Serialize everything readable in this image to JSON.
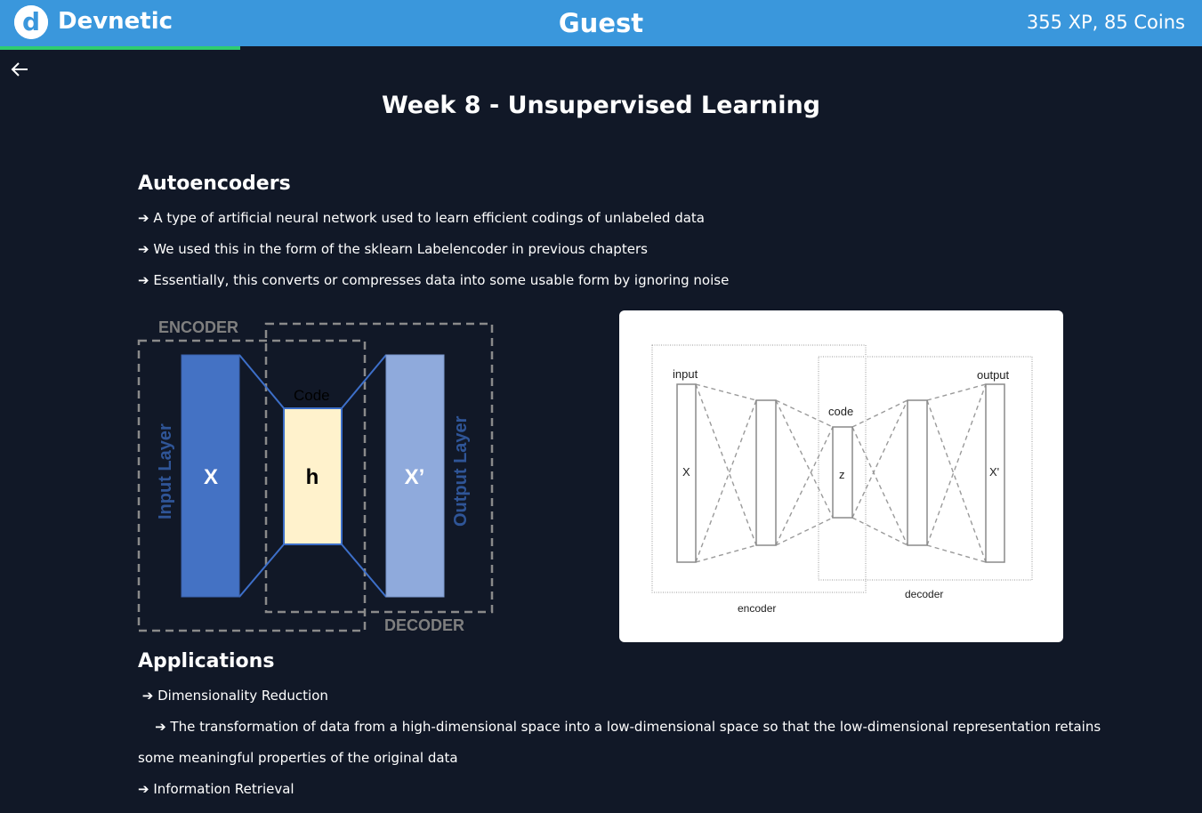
{
  "header": {
    "app_name": "Devnetic",
    "logo_letter": "d",
    "user": "Guest",
    "stats": "355 XP, 85 Coins",
    "progress": 0.2,
    "colors": {
      "bar": "#3a97dc",
      "progress": "#2ecc71",
      "background": "#111827"
    }
  },
  "nav": {
    "back_icon": "arrow-left-icon"
  },
  "page": {
    "title": "Week 8 - Unsupervised Learning"
  },
  "autoencoders": {
    "title": "Autoencoders",
    "bullets": [
      "➔ A type of artificial neural network used to learn efficient codings of unlabeled data",
      "➔ We used this in the form of the sklearn Labelencoder in previous chapters",
      "➔ Essentially, this converts or compresses data into some usable form by ignoring noise"
    ]
  },
  "diagram_left": {
    "encoder_label": "ENCODER",
    "decoder_label": "DECODER",
    "input_layer_label": "Input Layer",
    "output_layer_label": "Output Layer",
    "code_label": "Code",
    "x_label": "X",
    "h_label": "h",
    "xprime_label": "X’"
  },
  "diagram_right": {
    "input_label": "input",
    "output_label": "output",
    "code_label": "code",
    "x_label": "X",
    "z_label": "z",
    "xprime_label": "X'",
    "encoder_label": "encoder",
    "decoder_label": "decoder"
  },
  "applications": {
    "title": "Applications",
    "items": [
      " ➔ Dimensionality Reduction",
      "    ➔ The transformation of data from a high-dimensional space into a low-dimensional space so that the low-dimensional representation retains",
      "some meaningful properties of the original data",
      "➔ Information Retrieval"
    ]
  }
}
